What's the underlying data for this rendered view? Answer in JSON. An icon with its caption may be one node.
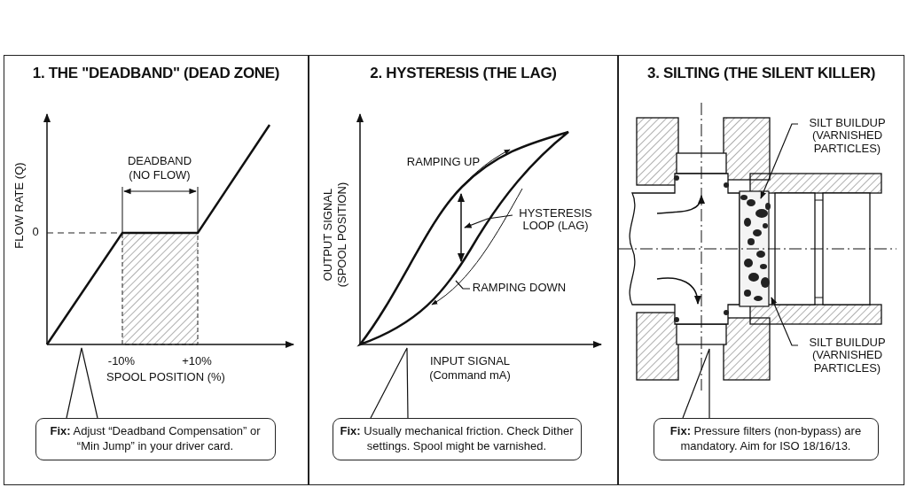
{
  "diagram": {
    "nodes": [
      {
        "text": [
          "1. THE \"DEADBAND\" (DEAD ZONE)"
        ]
      },
      {
        "text": [
          "**Fix:** Adjust “Deadband Compensation” or “Min Jump” in your driver card."
        ],
        "in": 0
      },
      {
        "text": [
          "2. HYSTERESIS (THE LAG)"
        ]
      },
      {
        "text": [
          "HYSTERESIS LOOP (LAG)"
        ],
        "in": 2
      },
      {
        "text": [
          "RAMPING DOWN"
        ],
        "in": 2
      },
      {
        "text": [
          "**Fix:** Usually mechanical friction. Check Dither settings. Spool might be varnished."
        ],
        "in": 2
      },
      {
        "text": [
          "3. SILTING (THE SILENT KILLER)"
        ]
      },
      {
        "text": [
          "SILT BUILDUP (VARNISHED PARTICLES)"
        ],
        "in": 6
      },
      {
        "text": [
          "SILT BUILDUP (VARNISHED PARTICLES)"
        ],
        "in": 6
      },
      {
        "text": [
          "**Fix:** Pressure filters (non-bypass) are mandatory. Aim for ISO 18/16/13."
        ],
        "in": 6
      }
    ],
    "edges": [
      {
        "from": 1,
        "to": null,
        "arrow": "none"
      },
      {
        "from": 3,
        "to": null,
        "arrow": "to"
      },
      {
        "from": 4,
        "to": null,
        "arrow": "none"
      },
      {
        "from": 5,
        "to": null,
        "arrow": "none"
      },
      {
        "from": 7,
        "to": null,
        "arrow": "to"
      },
      {
        "from": 8,
        "to": null,
        "arrow": "to"
      },
      {
        "from": 9,
        "to": null,
        "arrow": "none"
      }
    ],
    "labels": [
      "FLOW RATE (Q)",
      "0",
      "DEADBAND (NO FLOW)",
      "-10%",
      "+10%",
      "SPOOL POSITION (%)",
      "OUTPUT SIGNAL (SPOOL POSITION)",
      "RAMPING UP",
      "INPUT SIGNAL (Command mA)"
    ]
  }
}
